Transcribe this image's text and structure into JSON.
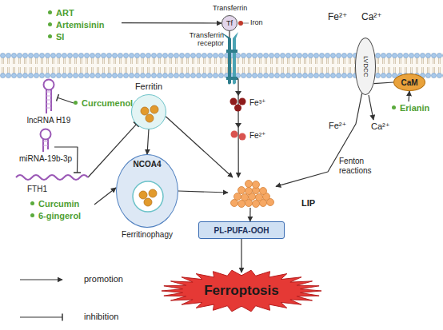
{
  "diagram": {
    "nodes": [
      {
        "text": [
          "ART",
          "Artemisinin",
          "SI"
        ]
      },
      {
        "text": [
          "Tf"
        ]
      },
      {
        "text": [
          "LVDCC"
        ]
      },
      {
        "text": [
          "CaM"
        ]
      },
      {
        "text": [
          "lncRNA H19"
        ]
      },
      {
        "text": [
          "Curcumenol"
        ]
      },
      {
        "text": [
          "Ferritin"
        ]
      },
      {
        "text": [
          "Erianin"
        ]
      },
      {
        "text": [
          "miRNA-19b-3p"
        ]
      },
      {
        "text": [
          "FTH1"
        ]
      },
      {
        "text": [
          "NCOA4",
          "Ferritinophagy"
        ]
      },
      {
        "text": [
          "Curcumin",
          "6-gingerol"
        ]
      },
      {
        "text": [
          "LIP"
        ]
      },
      {
        "text": [
          "PL-PUFA-OOH"
        ]
      },
      {
        "text": [
          "Ferroptosis"
        ]
      }
    ],
    "edges": [
      {
        "from": 0,
        "to": 1,
        "arrow": "to"
      },
      {
        "from": 3,
        "to": 2,
        "arrow": "none"
      },
      {
        "from": 7,
        "to": 3,
        "arrow": "to"
      },
      {
        "from": 5,
        "to": 4,
        "arrow": "to"
      },
      {
        "from": 8,
        "to": 9,
        "arrow": "to"
      },
      {
        "from": 9,
        "to": 6,
        "arrow": "to"
      },
      {
        "from": 6,
        "to": 10,
        "arrow": "to"
      },
      {
        "from": 11,
        "to": 10,
        "arrow": "to"
      },
      {
        "from": 6,
        "to": 12,
        "arrow": "to"
      },
      {
        "from": 10,
        "to": 12,
        "arrow": "to"
      },
      {
        "from": 1,
        "to": 12,
        "arrow": "to"
      },
      {
        "from": 2,
        "to": 12,
        "label": "Fenton reactions",
        "arrow": "to"
      },
      {
        "from": 12,
        "to": 13,
        "arrow": "to"
      },
      {
        "from": 13,
        "to": 14,
        "arrow": "to"
      }
    ],
    "labels": [
      "Transferrin",
      "Iron",
      "Transferrin receptor",
      "Fe²⁺",
      "Ca²⁺",
      "Fe³⁺",
      "Fe²⁺",
      "Fe²⁺",
      "Ca²⁺"
    ],
    "legend": [
      {
        "text": "promotion"
      },
      {
        "text": "inhibition"
      }
    ]
  }
}
